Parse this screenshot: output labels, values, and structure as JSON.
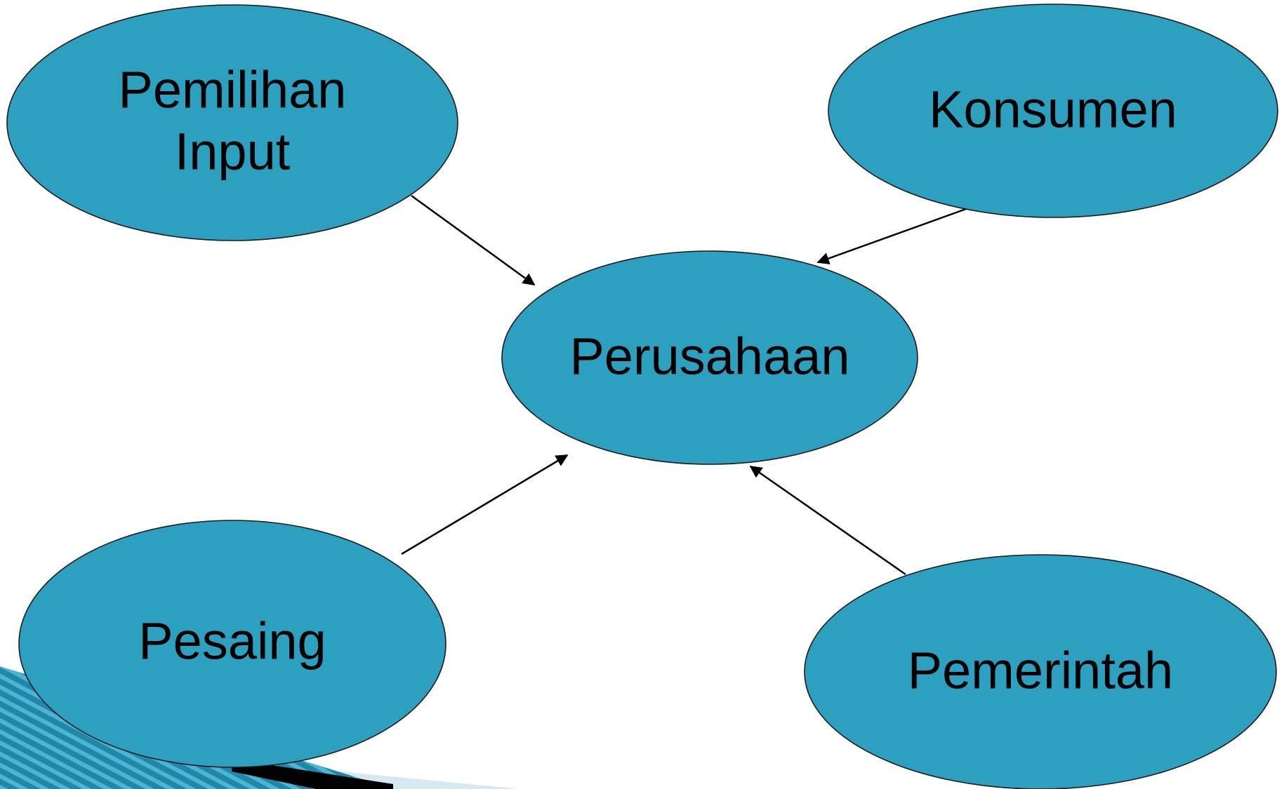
{
  "colors": {
    "node_fill": "#2ca0be",
    "arrow": "#000000",
    "background": "#ffffff",
    "corner_stripe_dark": "#0e6e8c",
    "corner_stripe_light": "#6cc3de",
    "corner_band_pale": "#d7e9f0"
  },
  "diagram": {
    "nodes": {
      "pemilihan_input": {
        "label_line1": "Pemilihan",
        "label_line2": "Input"
      },
      "konsumen": {
        "label": "Konsumen"
      },
      "perusahaan": {
        "label": "Perusahaan"
      },
      "pesaing": {
        "label": "Pesaing"
      },
      "pemerintah": {
        "label": "Pemerintah"
      }
    },
    "edges": [
      {
        "from": "Pemilihan Input",
        "to": "Perusahaan"
      },
      {
        "from": "Konsumen",
        "to": "Perusahaan"
      },
      {
        "from": "Pesaing",
        "to": "Perusahaan"
      },
      {
        "from": "Pemerintah",
        "to": "Perusahaan"
      }
    ]
  }
}
